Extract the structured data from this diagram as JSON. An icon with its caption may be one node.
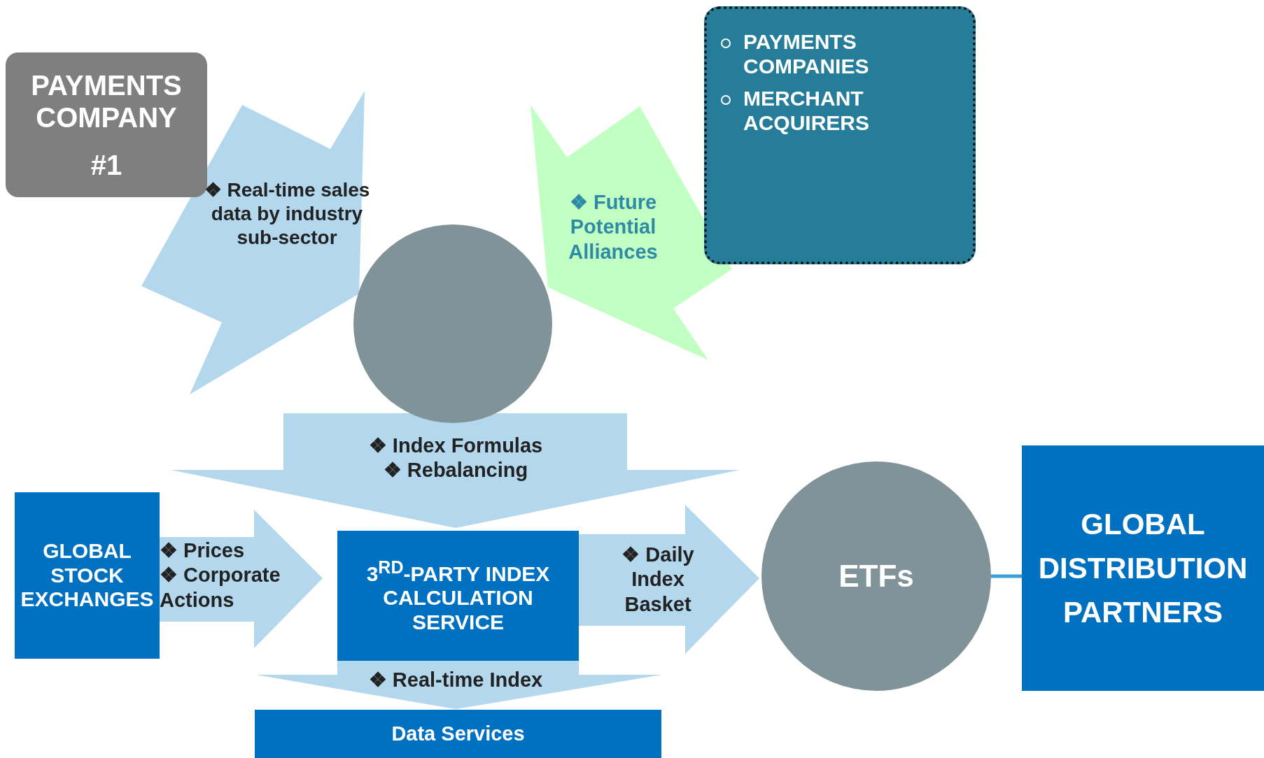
{
  "diagram": {
    "nodes": [
      {
        "text": [
          "PAYMENTS COMPANY",
          "#1"
        ]
      },
      {
        "text": [],
        "shape": "circle"
      },
      {
        "text": [
          "PAYMENTS COMPANIES",
          "MERCHANT ACQUIRERS"
        ]
      },
      {
        "text": [
          "GLOBAL STOCK EXCHANGES"
        ]
      },
      {
        "text": [
          "3$^{RD}$-PARTY INDEX CALCULATION SERVICE"
        ]
      },
      {
        "text": [
          "ETFs"
        ]
      },
      {
        "text": [
          "GLOBAL DISTRIBUTION PARTNERS"
        ]
      },
      {
        "text": [
          "Data Services"
        ]
      }
    ],
    "edges": [
      {
        "from": 0,
        "to": 1,
        "arrow": "to",
        "label": "❖ Real-time sales data by industry sub-sector"
      },
      {
        "from": 2,
        "to": 1,
        "arrow": "to",
        "label": "❖ Future Potential Alliances",
        "color": "#c2ffc2"
      },
      {
        "from": 1,
        "to": 4,
        "arrow": "to",
        "label": "❖ Index Formulas ❖ Rebalancing"
      },
      {
        "from": 3,
        "to": 4,
        "arrow": "to",
        "label": "❖ Prices ❖ Corporate Actions"
      },
      {
        "from": 4,
        "to": 5,
        "arrow": "to",
        "label": "❖ Daily Index Basket"
      },
      {
        "from": 4,
        "to": 7,
        "arrow": "to",
        "label": "❖ Real-time Index"
      },
      {
        "from": 5,
        "to": 6,
        "arrow": "none",
        "color": "#3a9fd6"
      }
    ]
  }
}
